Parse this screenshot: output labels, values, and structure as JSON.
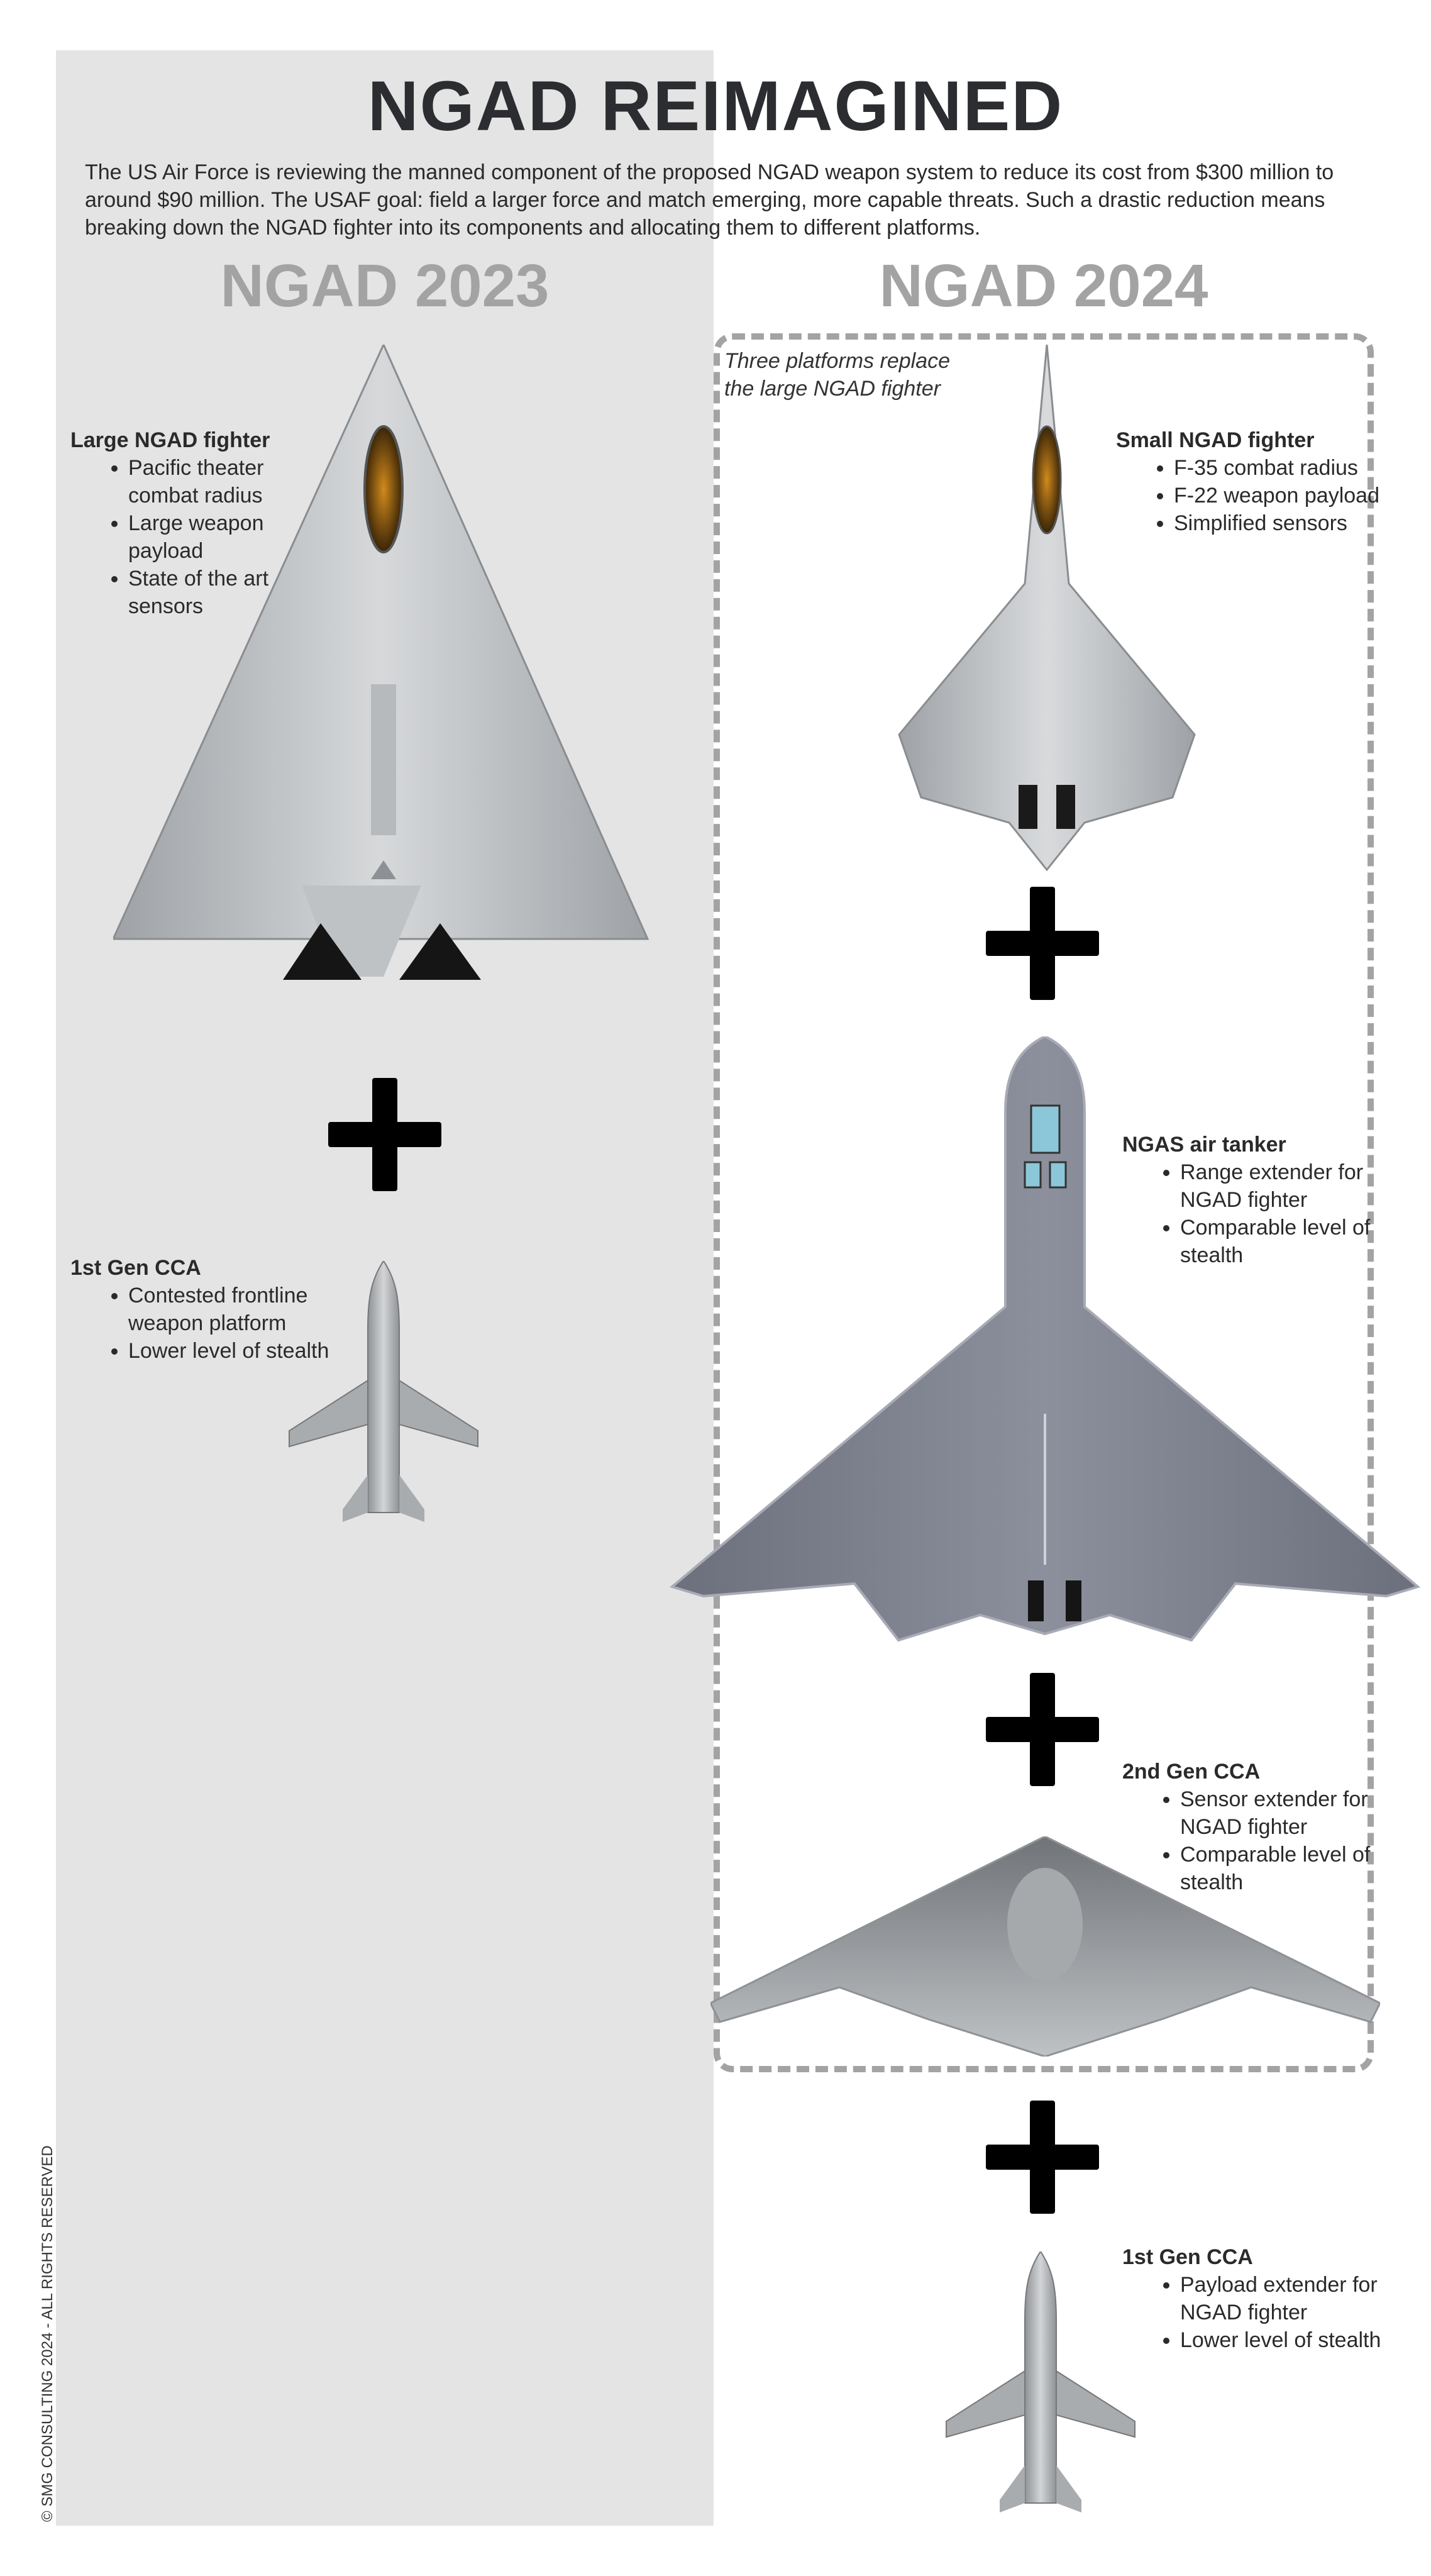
{
  "title": "NGAD REIMAGINED",
  "intro": "The US Air Force is reviewing the manned component of the proposed NGAD weapon system to reduce its cost from $300 million to around $90 million. The USAF goal: field a larger force and match emerging, more capable threats. Such a drastic reduction means breaking down the NGAD fighter into its components and allocating them to different platforms.",
  "columns": {
    "left": "NGAD 2023",
    "right": "NGAD 2024"
  },
  "note": "Three platforms replace\nthe large NGAD fighter",
  "left": {
    "fighter": {
      "heading": "Large NGAD fighter",
      "bullets": [
        "Pacific theater\ncombat radius",
        "Large weapon\npayload",
        "State of the art\nsensors"
      ]
    },
    "cca": {
      "heading": "1st Gen CCA",
      "bullets": [
        "Contested frontline\nweapon platform",
        "Lower level of stealth"
      ]
    }
  },
  "right": {
    "fighter": {
      "heading": "Small NGAD fighter",
      "bullets": [
        "F-35 combat radius",
        "F-22 weapon payload",
        "Simplified sensors"
      ]
    },
    "tanker": {
      "heading": "NGAS air tanker",
      "bullets": [
        "Range extender for\nNGAD fighter",
        "Comparable level of\nstealth"
      ]
    },
    "cca2": {
      "heading": "2nd Gen CCA",
      "bullets": [
        "Sensor extender for\nNGAD fighter",
        "Comparable level of\nstealth"
      ]
    },
    "cca1": {
      "heading": "1st Gen CCA",
      "bullets": [
        "Payload extender for\nNGAD fighter",
        "Lower level of stealth"
      ]
    }
  },
  "copyright": "© SMG CONSULTING 2024 - ALL RIGHTS RESERVED",
  "colors": {
    "panel": "#e4e4e4",
    "heading_gray": "#a3a3a3",
    "title": "#2b2d31",
    "plus": "#000000"
  }
}
